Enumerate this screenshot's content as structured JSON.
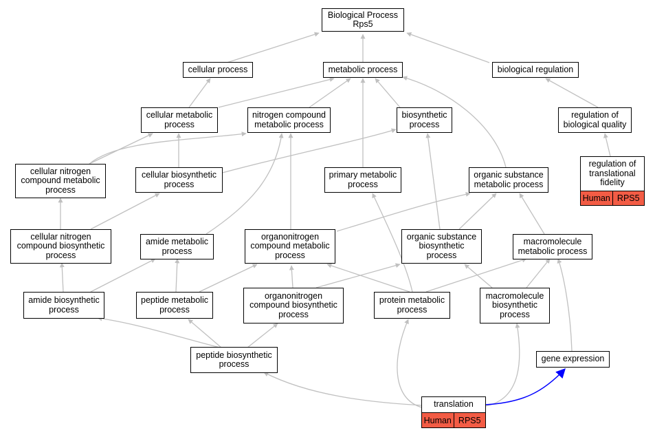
{
  "graph": {
    "root": {
      "line1": "Biological Process",
      "line2": "Rps5"
    },
    "nodes": {
      "cellular_process": "cellular process",
      "metabolic_process": "metabolic process",
      "biological_regulation": "biological regulation",
      "cellular_metabolic_process": "cellular metabolic\nprocess",
      "nitrogen_compound_metabolic_process": "nitrogen compound\nmetabolic process",
      "biosynthetic_process": "biosynthetic\nprocess",
      "regulation_of_biological_quality": "regulation of\nbiological quality",
      "cellular_nitrogen_compound_metabolic_process": "cellular nitrogen\ncompound metabolic\nprocess",
      "cellular_biosynthetic_process": "cellular biosynthetic\nprocess",
      "primary_metabolic_process": "primary metabolic\nprocess",
      "organic_substance_metabolic_process": "organic substance\nmetabolic process",
      "regulation_of_translational_fidelity": "regulation of\ntranslational\nfidelity",
      "cellular_nitrogen_compound_biosynthetic_process": "cellular nitrogen\ncompound biosynthetic\nprocess",
      "amide_metabolic_process": "amide metabolic\nprocess",
      "organonitrogen_compound_metabolic_process": "organonitrogen\ncompound metabolic\nprocess",
      "organic_substance_biosynthetic_process": "organic substance\nbiosynthetic\nprocess",
      "macromolecule_metabolic_process": "macromolecule\nmetabolic process",
      "amide_biosynthetic_process": "amide biosynthetic\nprocess",
      "peptide_metabolic_process": "peptide metabolic\nprocess",
      "organonitrogen_compound_biosynthetic_process": "organonitrogen\ncompound biosynthetic\nprocess",
      "protein_metabolic_process": "protein metabolic\nprocess",
      "macromolecule_biosynthetic_process": "macromolecule\nbiosynthetic\nprocess",
      "peptide_biosynthetic_process": "peptide biosynthetic\nprocess",
      "gene_expression": "gene expression",
      "translation": "translation"
    },
    "tags": {
      "species": "Human",
      "gene": "RPS5"
    },
    "colors": {
      "edge": "#c0c0c0",
      "highlight_edge": "#0000ff",
      "tag_fill": "#f35c45",
      "node_border": "#000000"
    }
  }
}
